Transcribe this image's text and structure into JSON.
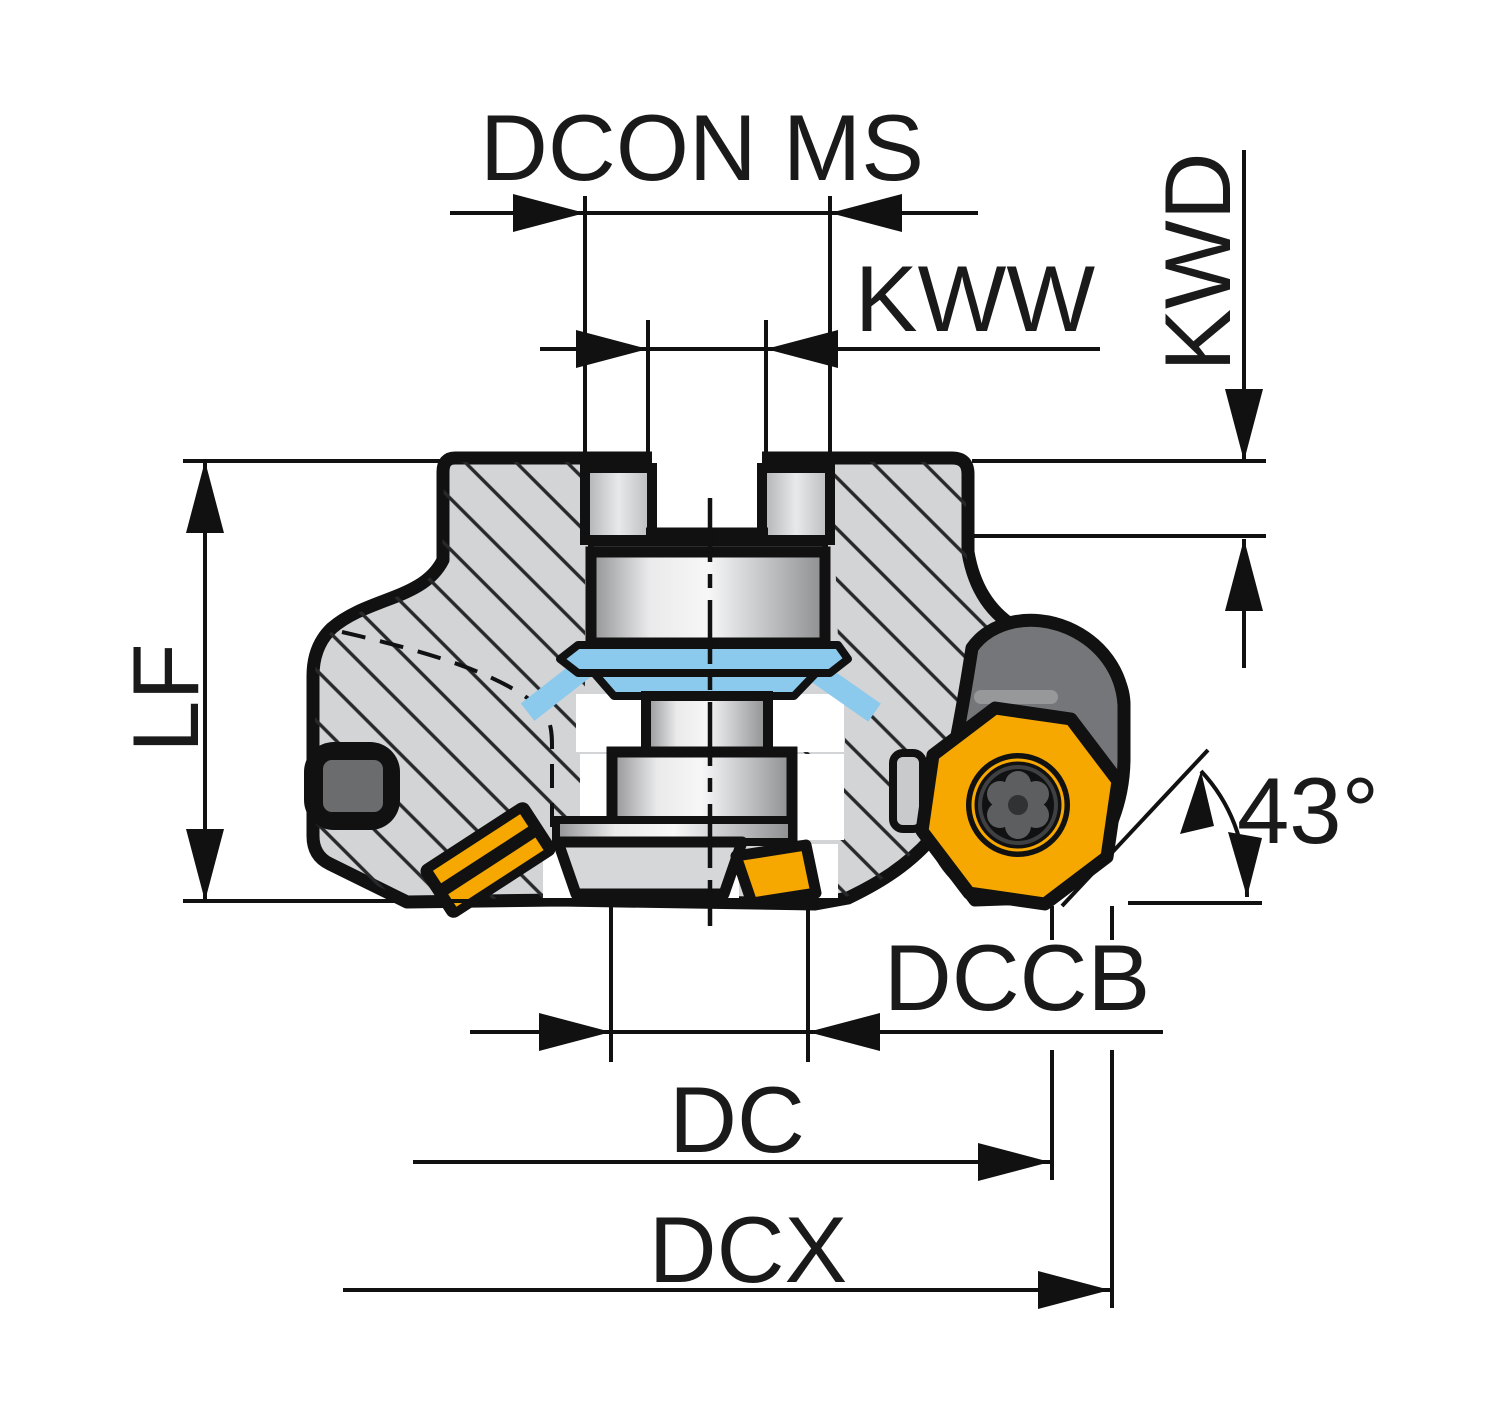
{
  "diagram": {
    "type": "milling-cutter-cross-section-drawing",
    "labels": {
      "dcon_ms": "DCON MS",
      "kww": "KWW",
      "kwd": "KWD",
      "lf": "LF",
      "angle": "43°",
      "dccb": "DCCB",
      "dc": "DC",
      "dcx": "DCX"
    },
    "colors": {
      "outline": "#111111",
      "body_gray": "#d3d4d6",
      "insert_orange": "#f6a700",
      "coolant_blue": "#8bc9ed",
      "pocket_gray": "#757679",
      "metal_light": "#f7f7f8",
      "metal_dark": "#8d8e90"
    }
  }
}
